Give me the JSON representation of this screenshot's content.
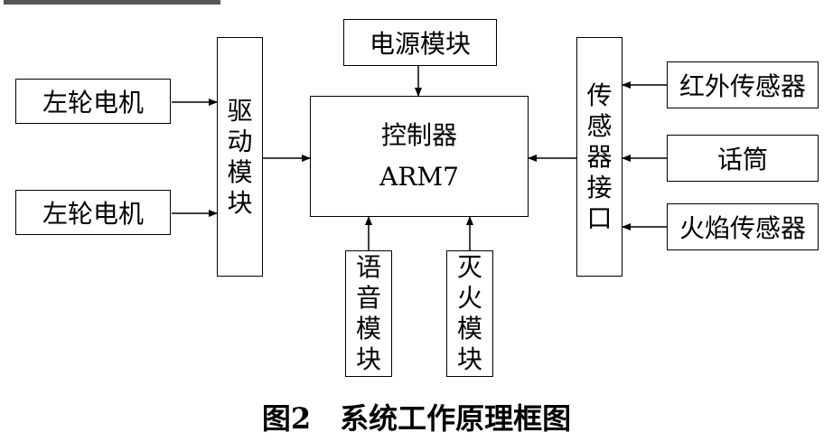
{
  "blocks": {
    "motor_left_1": "左轮电机",
    "motor_left_2": "左轮电机",
    "driver": "驱动模块",
    "power": "电源模块",
    "controller": "控制器",
    "controller_model": "ARM7",
    "sensor_interface": "传感器接口",
    "ir_sensor": "红外传感器",
    "microphone": "话筒",
    "flame_sensor": "火焰传感器",
    "voice": "语音模块",
    "extinguish": "灭火模块"
  },
  "caption": "图2　系统工作原理框图"
}
